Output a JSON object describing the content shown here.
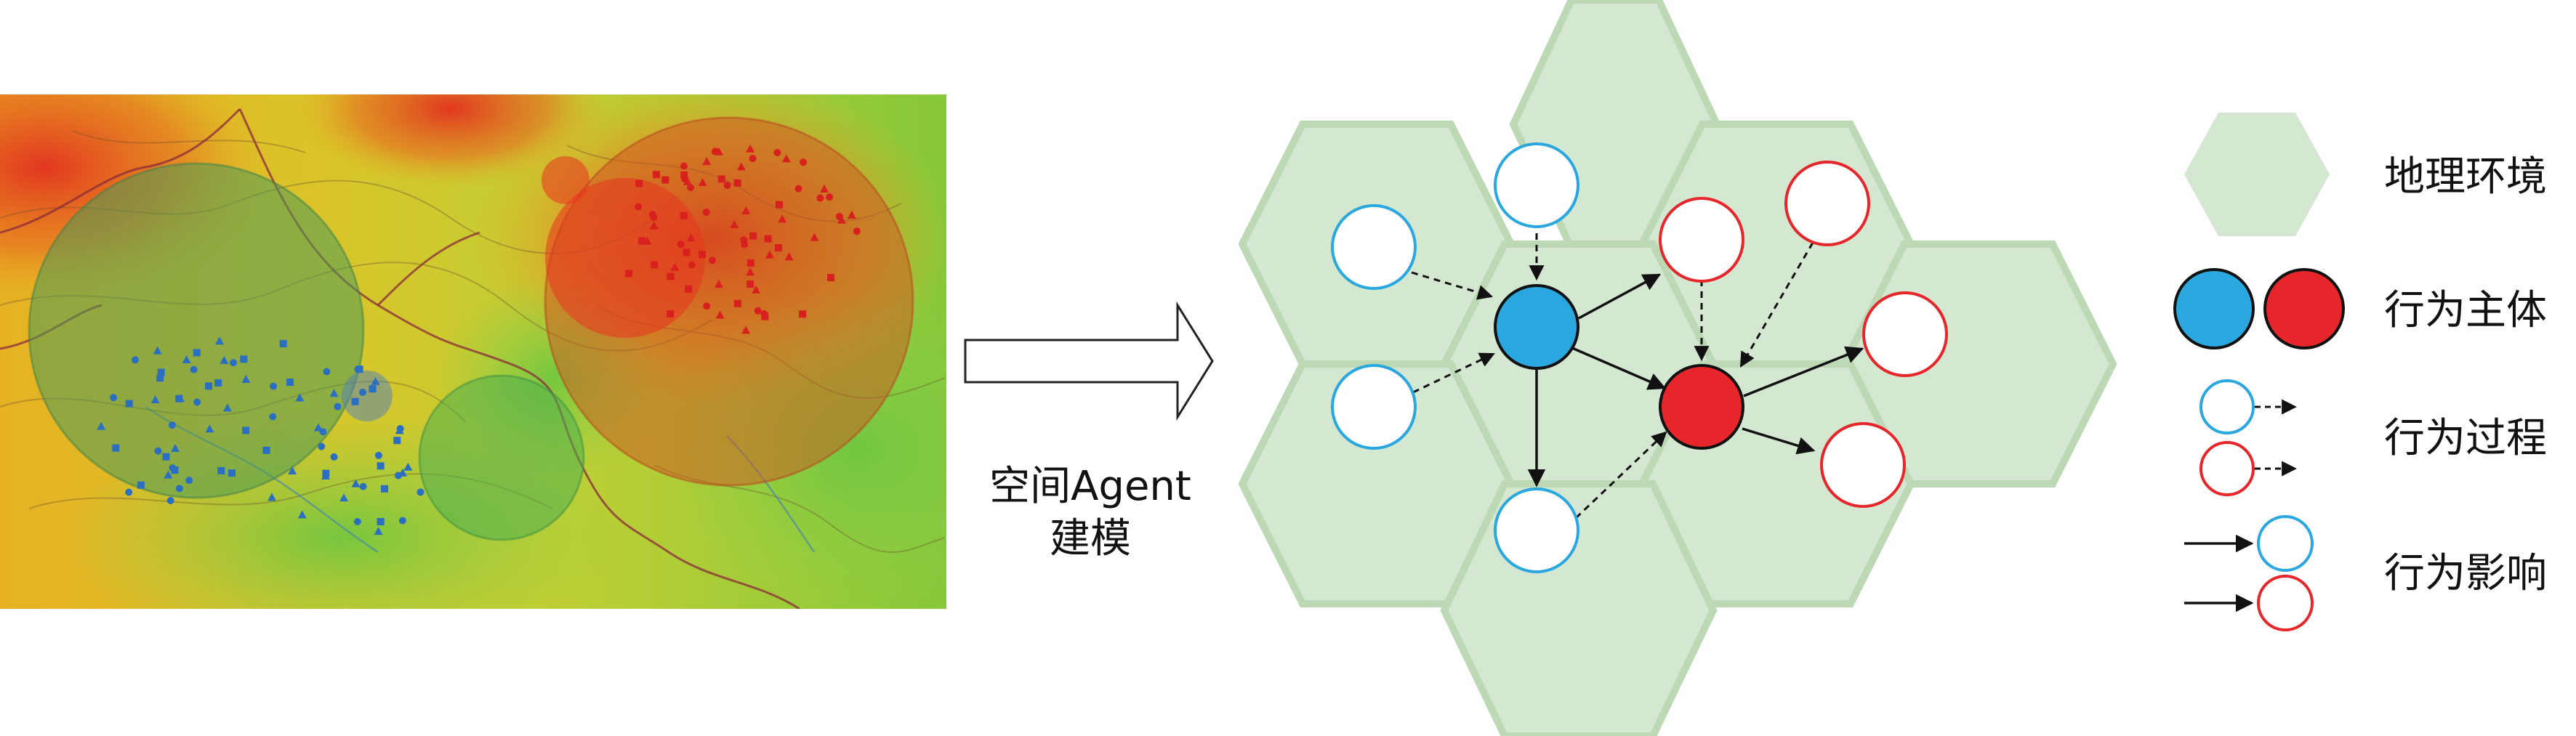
{
  "arrow_caption": {
    "line1": "空间Agent",
    "line2": "建模"
  },
  "legend": {
    "geo_env": "地理环境",
    "actor": "行为主体",
    "process": "行为过程",
    "influence": "行为影响"
  },
  "colors": {
    "hex_fill": "#cfe3ca",
    "hex_border": "#bcd8b4",
    "blue": "#2aa7de",
    "red": "#e6262a",
    "map_green": "#6fbf3a",
    "map_yellow": "#e3cc25",
    "map_red": "#e2401f"
  },
  "icons": {
    "map": "terrain-heatmap-image",
    "arrow": "hollow-right-arrow-icon"
  }
}
